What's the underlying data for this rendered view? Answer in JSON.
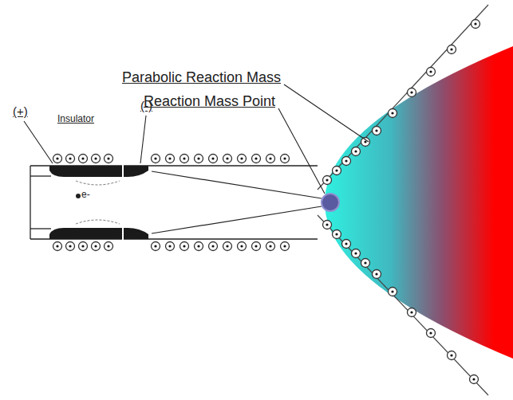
{
  "diagram": {
    "labels": [
      "Parabolic Reaction Mass",
      "Reaction Mass Point",
      "(+)",
      "Insulator",
      "(-)",
      "e-"
    ]
  }
}
